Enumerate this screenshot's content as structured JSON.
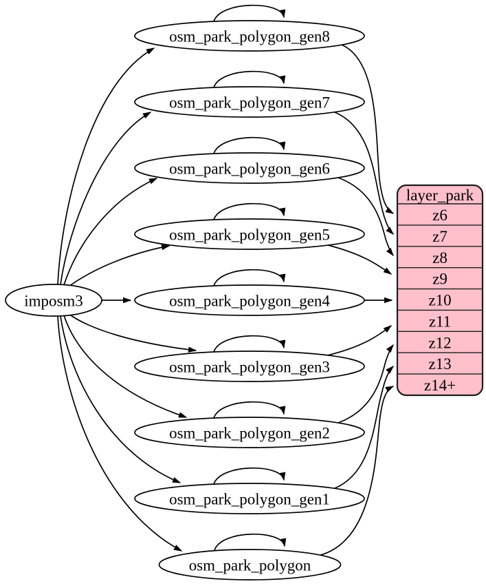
{
  "diagram": {
    "type": "dependency-graph",
    "background": "#ffffff",
    "node_fill": "#ffffff",
    "edge_color": "#000000",
    "source_node": {
      "label": "imposm3"
    },
    "table_nodes": [
      {
        "label": "osm_park_polygon_gen8"
      },
      {
        "label": "osm_park_polygon_gen7"
      },
      {
        "label": "osm_park_polygon_gen6"
      },
      {
        "label": "osm_park_polygon_gen5"
      },
      {
        "label": "osm_park_polygon_gen4"
      },
      {
        "label": "osm_park_polygon_gen3"
      },
      {
        "label": "osm_park_polygon_gen2"
      },
      {
        "label": "osm_park_polygon_gen1"
      },
      {
        "label": "osm_park_polygon"
      }
    ],
    "layer_node": {
      "title": "layer_park",
      "fill": "#ffc0cb",
      "stroke": "#1c1c1c",
      "rows": [
        "z6",
        "z7",
        "z8",
        "z9",
        "z10",
        "z11",
        "z12",
        "z13",
        "z14+"
      ]
    },
    "edges": [
      {
        "from": "imposm3",
        "to": "osm_park_polygon_gen8"
      },
      {
        "from": "imposm3",
        "to": "osm_park_polygon_gen7"
      },
      {
        "from": "imposm3",
        "to": "osm_park_polygon_gen6"
      },
      {
        "from": "imposm3",
        "to": "osm_park_polygon_gen5"
      },
      {
        "from": "imposm3",
        "to": "osm_park_polygon_gen4"
      },
      {
        "from": "imposm3",
        "to": "osm_park_polygon_gen3"
      },
      {
        "from": "imposm3",
        "to": "osm_park_polygon_gen2"
      },
      {
        "from": "imposm3",
        "to": "osm_park_polygon_gen1"
      },
      {
        "from": "imposm3",
        "to": "osm_park_polygon"
      },
      {
        "from": "osm_park_polygon_gen8",
        "to": "osm_park_polygon_gen8",
        "self_loop": true
      },
      {
        "from": "osm_park_polygon_gen7",
        "to": "osm_park_polygon_gen7",
        "self_loop": true
      },
      {
        "from": "osm_park_polygon_gen6",
        "to": "osm_park_polygon_gen6",
        "self_loop": true
      },
      {
        "from": "osm_park_polygon_gen5",
        "to": "osm_park_polygon_gen5",
        "self_loop": true
      },
      {
        "from": "osm_park_polygon_gen4",
        "to": "osm_park_polygon_gen4",
        "self_loop": true
      },
      {
        "from": "osm_park_polygon_gen3",
        "to": "osm_park_polygon_gen3",
        "self_loop": true
      },
      {
        "from": "osm_park_polygon_gen2",
        "to": "osm_park_polygon_gen2",
        "self_loop": true
      },
      {
        "from": "osm_park_polygon_gen1",
        "to": "osm_park_polygon_gen1",
        "self_loop": true
      },
      {
        "from": "osm_park_polygon",
        "to": "osm_park_polygon",
        "self_loop": true
      },
      {
        "from": "osm_park_polygon_gen8",
        "to": "layer_park:z6"
      },
      {
        "from": "osm_park_polygon_gen7",
        "to": "layer_park:z7"
      },
      {
        "from": "osm_park_polygon_gen6",
        "to": "layer_park:z8"
      },
      {
        "from": "osm_park_polygon_gen5",
        "to": "layer_park:z9"
      },
      {
        "from": "osm_park_polygon_gen4",
        "to": "layer_park:z10"
      },
      {
        "from": "osm_park_polygon_gen3",
        "to": "layer_park:z11"
      },
      {
        "from": "osm_park_polygon_gen2",
        "to": "layer_park:z12"
      },
      {
        "from": "osm_park_polygon_gen1",
        "to": "layer_park:z13"
      },
      {
        "from": "osm_park_polygon",
        "to": "layer_park:z14+"
      }
    ]
  }
}
